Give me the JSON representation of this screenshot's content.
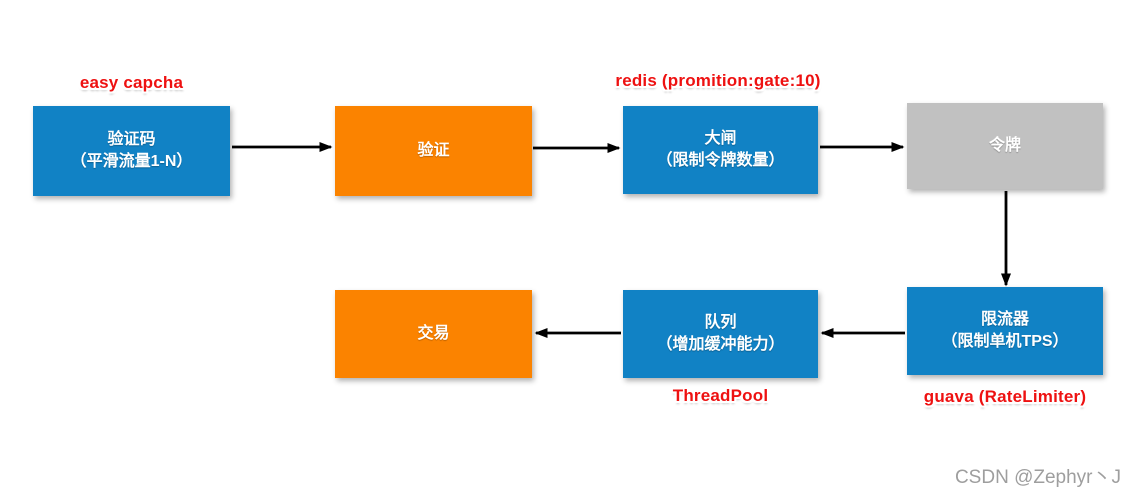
{
  "diagram": {
    "nodes": {
      "captcha": {
        "title": "验证码",
        "subtitle": "（平滑流量1-N）",
        "color": "#1182C5"
      },
      "verify": {
        "title": "验证",
        "color": "#FB8300"
      },
      "gate": {
        "title": "大闸",
        "subtitle": "（限制令牌数量）",
        "color": "#1182C5"
      },
      "token": {
        "title": "令牌",
        "color": "#C1C1C1"
      },
      "limiter": {
        "title": "限流器",
        "subtitle": "（限制单机TPS）",
        "color": "#1182C5"
      },
      "queue": {
        "title": "队列",
        "subtitle": "（增加缓冲能力）",
        "color": "#1182C5"
      },
      "trade": {
        "title": "交易",
        "color": "#FB8300"
      }
    },
    "annotations": {
      "captcha_note": "easy capcha",
      "gate_note": "redis (promition:gate:10)",
      "queue_note": "ThreadPool",
      "limiter_note": "guava (RateLimiter)"
    },
    "edges": [
      "captcha → verify",
      "verify → gate",
      "gate → token",
      "token → limiter",
      "limiter → queue",
      "queue → trade"
    ],
    "colors": {
      "node_blue": "#1182C5",
      "node_orange": "#FB8300",
      "node_gray": "#C1C1C1",
      "annotation_red": "#EE1111",
      "arrow_black": "#000000",
      "watermark_gray": "#9E9E9E"
    },
    "watermark": "CSDN @Zephyr丶J"
  }
}
